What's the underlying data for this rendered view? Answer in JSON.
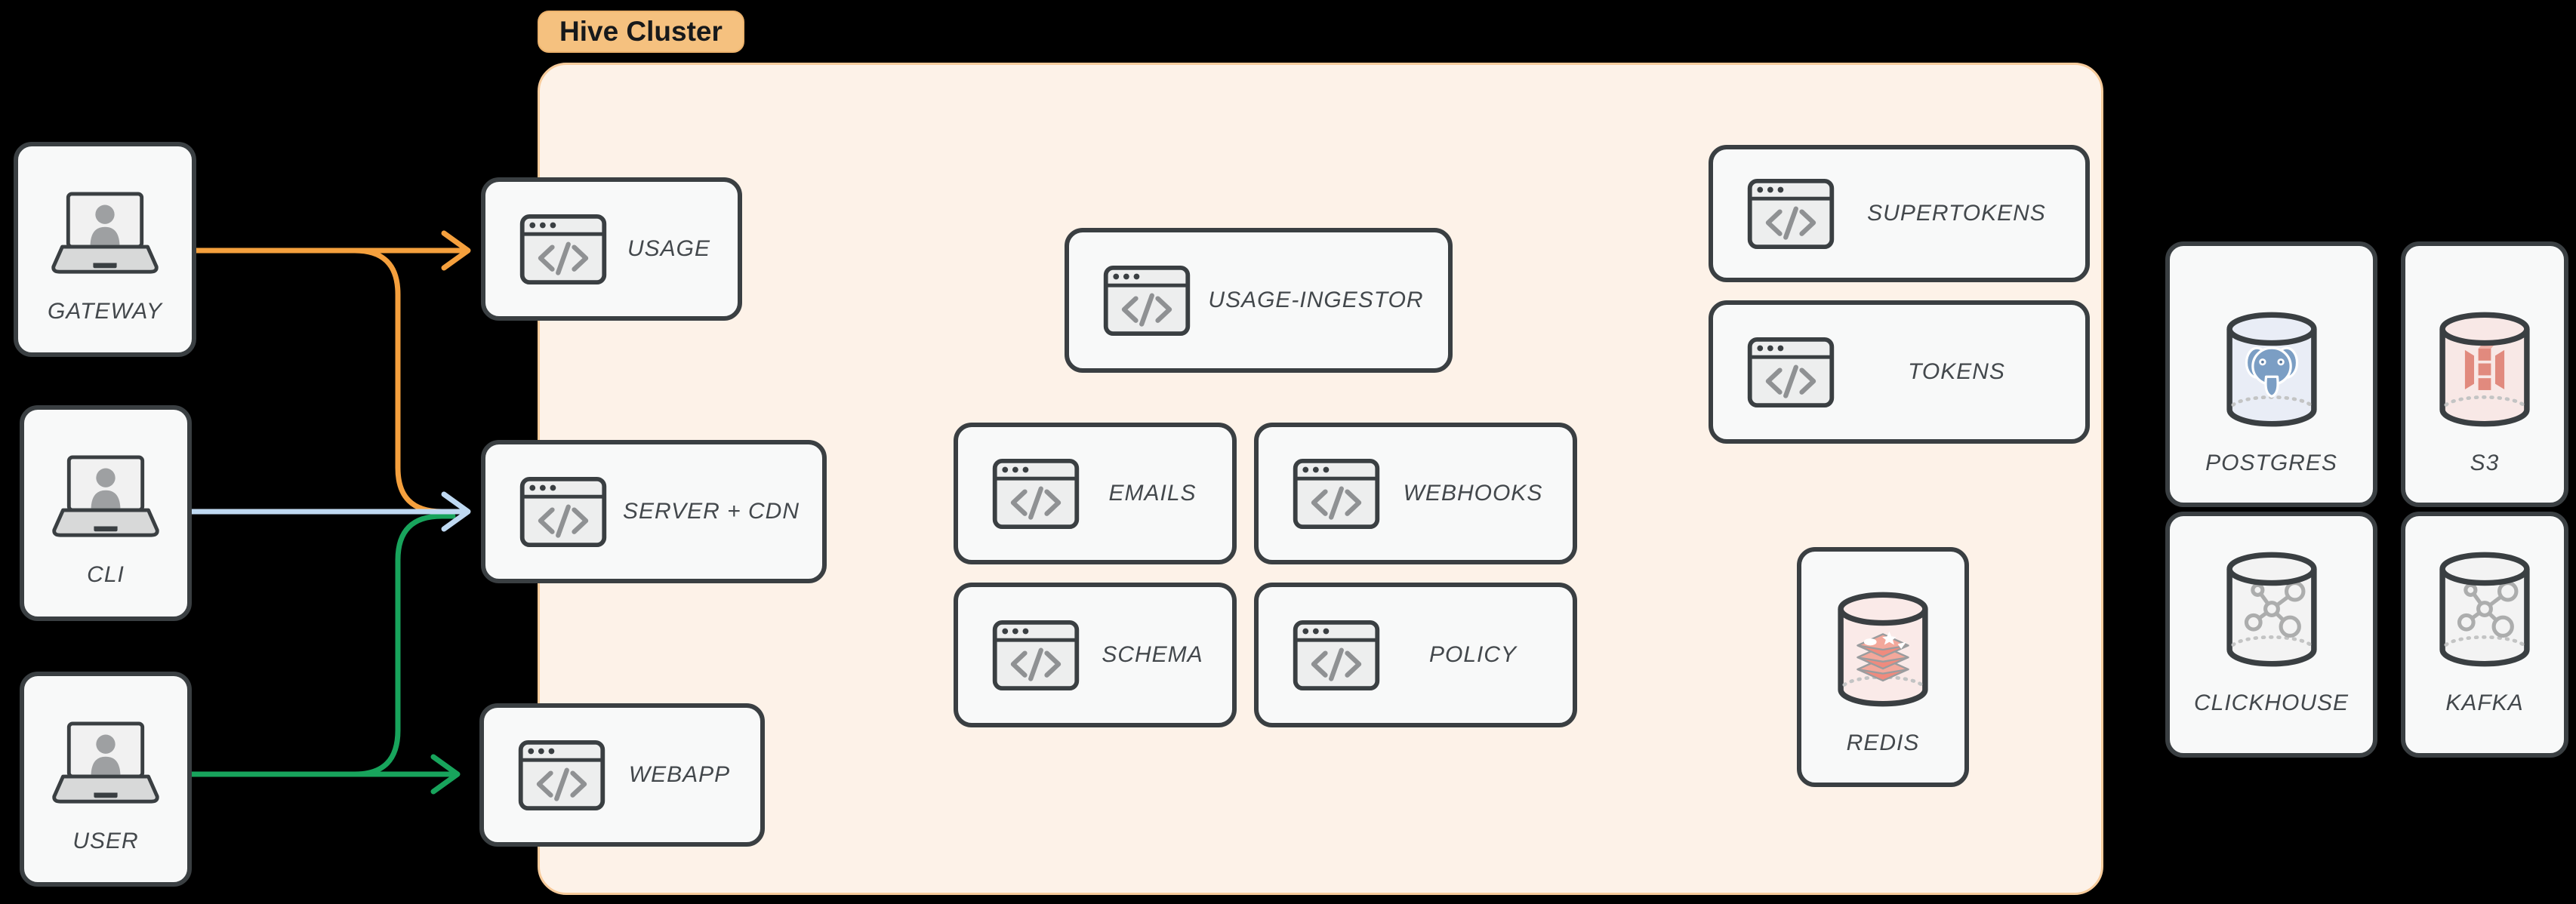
{
  "canvas": {
    "background": "#000000"
  },
  "cluster": {
    "label": "Hive Cluster"
  },
  "colors": {
    "canvas_bg": "#000000",
    "edge_orange": "#F5A03D",
    "edge_blue": "#BFD9F2",
    "edge_green": "#18A45C",
    "node_border": "#3A3F42",
    "node_fill": "#F8F9F9",
    "label_text": "#43484C",
    "cluster_fill": "#FDF2E8",
    "cluster_border": "#F7CB9B",
    "cluster_label_bg": "#F5C17F",
    "cluster_label_border": "#ECB26C",
    "cluster_label_text": "#17191B",
    "icon_fill": "#EDEEEE",
    "icon_glyph": "#8F9193",
    "postgres_blue": "#7B9EC4",
    "s3_red": "#E18A7E",
    "redis_red": "#EF8B7E",
    "cyl_postgres_fill": "#E9EDF6",
    "cyl_s3_fill": "#F8E8E6",
    "cyl_redis_fill": "#FAEAE8",
    "cyl_gray_fill": "#F3F3F3"
  },
  "clients": [
    {
      "label": "GATEWAY"
    },
    {
      "label": "CLI"
    },
    {
      "label": "USER"
    }
  ],
  "services": [
    {
      "label": "USAGE"
    },
    {
      "label": "SERVER + CDN"
    },
    {
      "label": "WEBAPP"
    },
    {
      "label": "USAGE-INGESTOR"
    },
    {
      "label": "EMAILS"
    },
    {
      "label": "WEBHOOKS"
    },
    {
      "label": "SCHEMA"
    },
    {
      "label": "POLICY"
    },
    {
      "label": "SUPERTOKENS"
    },
    {
      "label": "TOKENS"
    }
  ],
  "cluster_datastores": [
    {
      "label": "REDIS"
    }
  ],
  "datastores": [
    {
      "label": "POSTGRES"
    },
    {
      "label": "S3"
    },
    {
      "label": "CLICKHOUSE"
    },
    {
      "label": "KAFKA"
    }
  ],
  "edges": [
    {
      "from": "GATEWAY",
      "to": "USAGE",
      "color": "#F5A03D"
    },
    {
      "from": "GATEWAY",
      "to": "SERVER + CDN",
      "color": "#F5A03D"
    },
    {
      "from": "CLI",
      "to": "SERVER + CDN",
      "color": "#BFD9F2"
    },
    {
      "from": "USER",
      "to": "SERVER + CDN",
      "color": "#18A45C"
    },
    {
      "from": "USER",
      "to": "WEBAPP",
      "color": "#18A45C"
    }
  ]
}
